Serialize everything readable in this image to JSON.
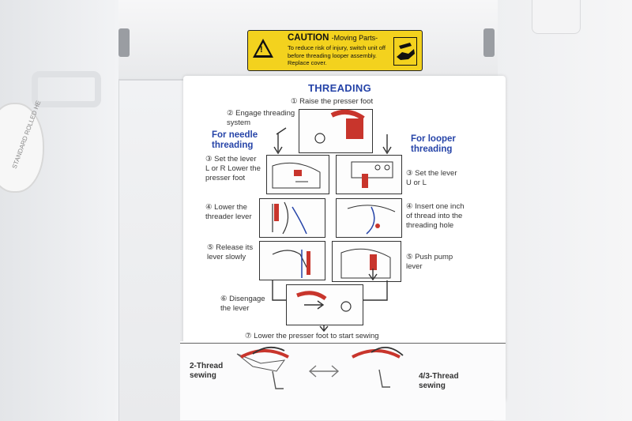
{
  "caution_label": {
    "title": "CAUTION",
    "subtitle": "-Moving Parts-",
    "text": "To reduce risk of injury, switch unit off before threading looper assembly. Replace cover.",
    "color": "#f3d21e"
  },
  "dial_text": "STANDARD ROLLED HE",
  "instructions": {
    "title": "THREADING",
    "step1": "① Raise the presser foot",
    "step2": "② Engage threading system",
    "for_needle": "For needle threading",
    "for_looper": "For looper threading",
    "left_steps": {
      "step3": "③ Set the lever L or R Lower the presser foot",
      "step4": "④ Lower the threader lever",
      "step5": "⑤ Release its lever slowly"
    },
    "right_steps": {
      "step3": "③ Set the lever U or L",
      "step4": "④ Insert one inch of thread into the threading hole",
      "step5": "⑤ Push pump lever"
    },
    "step6": "⑥ Disengage the lever",
    "step7": "⑦ Lower the presser foot to start sewing",
    "mode_left": "2-Thread sewing",
    "mode_right": "4/3-Thread sewing",
    "accent_color": "#2644a8",
    "highlight_color": "#c8352c"
  }
}
